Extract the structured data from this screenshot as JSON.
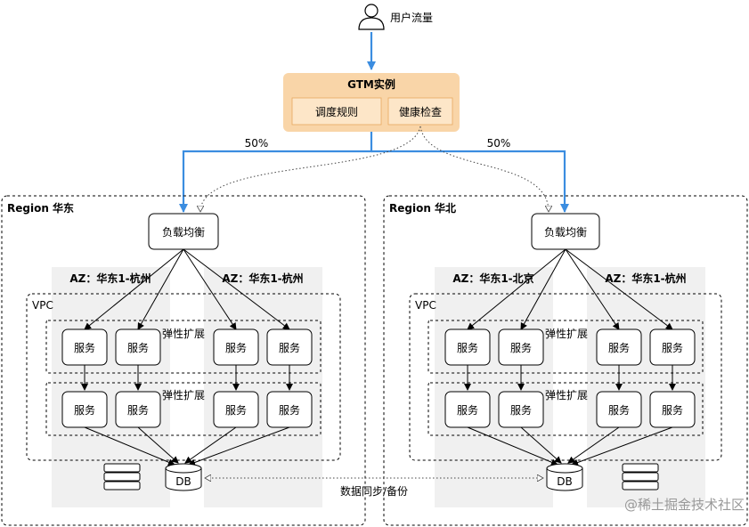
{
  "user": {
    "label": "用户流量"
  },
  "gtm": {
    "title": "GTM实例",
    "rule": "调度规则",
    "health": "健康检查",
    "color": "#f9d5a8"
  },
  "split": {
    "left": "50%",
    "right": "50%"
  },
  "regions": [
    {
      "title": "Region 华东",
      "lb": "负载均衡",
      "az_left": "AZ：华东1-杭州",
      "az_right": "AZ：华东1-杭州",
      "vpc": "VPC"
    },
    {
      "title": "Region 华北",
      "lb": "负载均衡",
      "az_left": "AZ：华东1-北京",
      "az_right": "AZ：华东1-杭州",
      "vpc": "VPC"
    }
  ],
  "group": {
    "label": "弹性扩展"
  },
  "service": {
    "label": "服务"
  },
  "db": {
    "label": "DB"
  },
  "sync": {
    "label": "数据同步/备份"
  },
  "watermark": "@稀土掘金技术社区",
  "colors": {
    "blue": "#3b8de0",
    "az_bg": "#f0f0f0",
    "gtm_bg": "#f9d5a8",
    "gtm_inner": "#fde6c8"
  }
}
